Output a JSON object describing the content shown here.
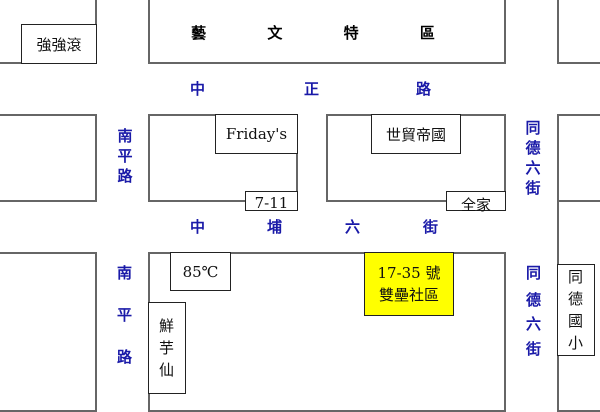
{
  "landmarks": {
    "art_district": "藝 文 特 區",
    "qiangqianggun": "強強滾",
    "fridays": "Friday's",
    "world_trade": "世貿帝國",
    "seven_eleven": "7-11",
    "familymart": "全家",
    "cafe85": "85℃",
    "meetfresh": "鮮芋仙",
    "tongde_school": "同德國小"
  },
  "target": {
    "line1": "17-35 號",
    "line2": "雙壘社區",
    "color": "#ffff00"
  },
  "roads": {
    "zhongzheng": [
      "中",
      "正",
      "路"
    ],
    "zhongpu6": [
      "中",
      "埔",
      "六",
      "街"
    ],
    "nanping": "南平路",
    "tongde6": "同德六街",
    "nanping_lower": [
      "南",
      "平",
      "路"
    ],
    "tongde6_lower": [
      "同",
      "德",
      "六",
      "街"
    ]
  }
}
